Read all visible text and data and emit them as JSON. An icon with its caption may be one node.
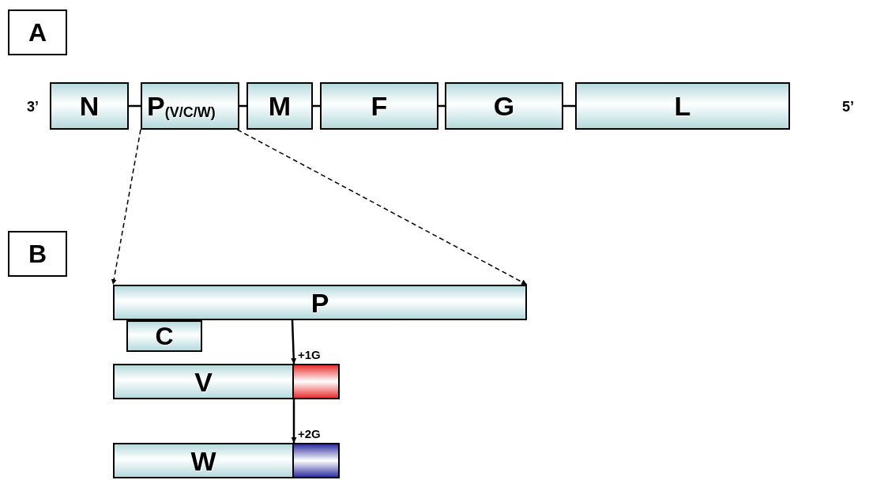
{
  "diagram": {
    "nodes": [
      {
        "text": [
          "A"
        ]
      },
      {
        "text": [
          "N"
        ]
      },
      {
        "text": [
          "P$_{(V/C/W)}$"
        ]
      },
      {
        "text": [
          "M"
        ]
      },
      {
        "text": [
          "F"
        ]
      },
      {
        "text": [
          "G"
        ]
      },
      {
        "text": [
          "L"
        ]
      },
      {
        "text": [
          "B"
        ]
      },
      {
        "text": [
          "P"
        ]
      },
      {
        "text": [
          "C"
        ]
      },
      {
        "text": [
          "V"
        ]
      },
      {
        "text": [],
        "shape": "box"
      },
      {
        "text": [
          "W"
        ]
      },
      {
        "text": [],
        "shape": "box"
      }
    ],
    "edges": [
      {
        "from": 1,
        "to": 2,
        "arrow": "none"
      },
      {
        "from": 2,
        "to": 3,
        "arrow": "none"
      },
      {
        "from": 3,
        "to": 4,
        "arrow": "none"
      },
      {
        "from": 4,
        "to": 5,
        "arrow": "none"
      },
      {
        "from": 5,
        "to": 6,
        "arrow": "none"
      },
      {
        "from": 2,
        "to": 8,
        "arrow": "to",
        "style": "dashed"
      },
      {
        "from": 2,
        "to": 8,
        "arrow": "to",
        "style": "dashed"
      },
      {
        "from": 8,
        "to": 10,
        "arrow": "to",
        "label": "+1G"
      },
      {
        "from": 10,
        "to": 12,
        "arrow": "to",
        "label": "+2G"
      }
    ],
    "labels": [
      "3’",
      "5’"
    ]
  }
}
